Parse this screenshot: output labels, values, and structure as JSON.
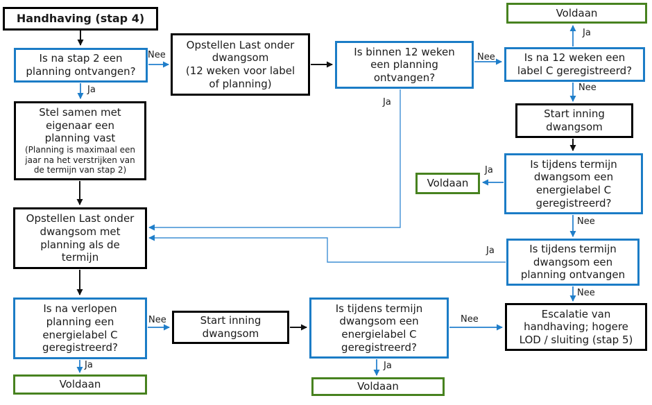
{
  "colors": {
    "process_border": "#000000",
    "decision_border": "#1b7cc6",
    "outcome_border": "#47821f",
    "connector_blue": "#3e8fd4",
    "connector_black": "#111111"
  },
  "nodes": [
    {
      "kind": "start",
      "text": "Handhaving (stap 4)"
    },
    {
      "kind": "decision",
      "text": "Is na stap 2 een\nplanning ontvangen?"
    },
    {
      "kind": "process",
      "text": "Opstellen Last onder\ndwangsom\n(12 weken voor label\nof planning)"
    },
    {
      "kind": "decision",
      "text": "Is binnen 12 weken\neen planning\nontvangen?"
    },
    {
      "kind": "outcome",
      "text": "Voldaan"
    },
    {
      "kind": "decision",
      "text": "Is na 12 weken een\nlabel C geregistreerd?"
    },
    {
      "kind": "process",
      "text": "Start inning\ndwangsom"
    },
    {
      "kind": "decision",
      "text": "Is tijdens termijn\ndwangsom een\nenergielabel C\ngeregistreerd?"
    },
    {
      "kind": "outcome",
      "text": "Voldaan"
    },
    {
      "kind": "decision",
      "text": "Is tijdens termijn\ndwangsom een\nplanning ontvangen"
    },
    {
      "kind": "process",
      "text": "Escalatie van\nhandhaving; hogere\nLOD / sluiting (stap 5)"
    },
    {
      "kind": "process",
      "text": "Stel samen met\neigenaar een\nplanning vast",
      "note": "(Planning is maximaal een\njaar na het verstrijken van\nde termijn van stap 2)"
    },
    {
      "kind": "process",
      "text": "Opstellen Last onder\ndwangsom met\nplanning als de\ntermijn"
    },
    {
      "kind": "decision",
      "text": "Is na verlopen\nplanning een\nenergielabel C\ngeregistreerd?"
    },
    {
      "kind": "process",
      "text": "Start inning\ndwangsom"
    },
    {
      "kind": "decision",
      "text": "Is tijdens termijn\ndwangsom een\nenergielabel C\ngeregistreerd?"
    },
    {
      "kind": "outcome",
      "text": "Voldaan"
    },
    {
      "kind": "outcome",
      "text": "Voldaan"
    }
  ],
  "labels": [
    "Nee",
    "Ja",
    "Ja",
    "Nee",
    "Ja",
    "Nee",
    "Ja",
    "Nee",
    "Ja",
    "Nee",
    "Nee",
    "Ja",
    "Nee",
    "Ja"
  ]
}
